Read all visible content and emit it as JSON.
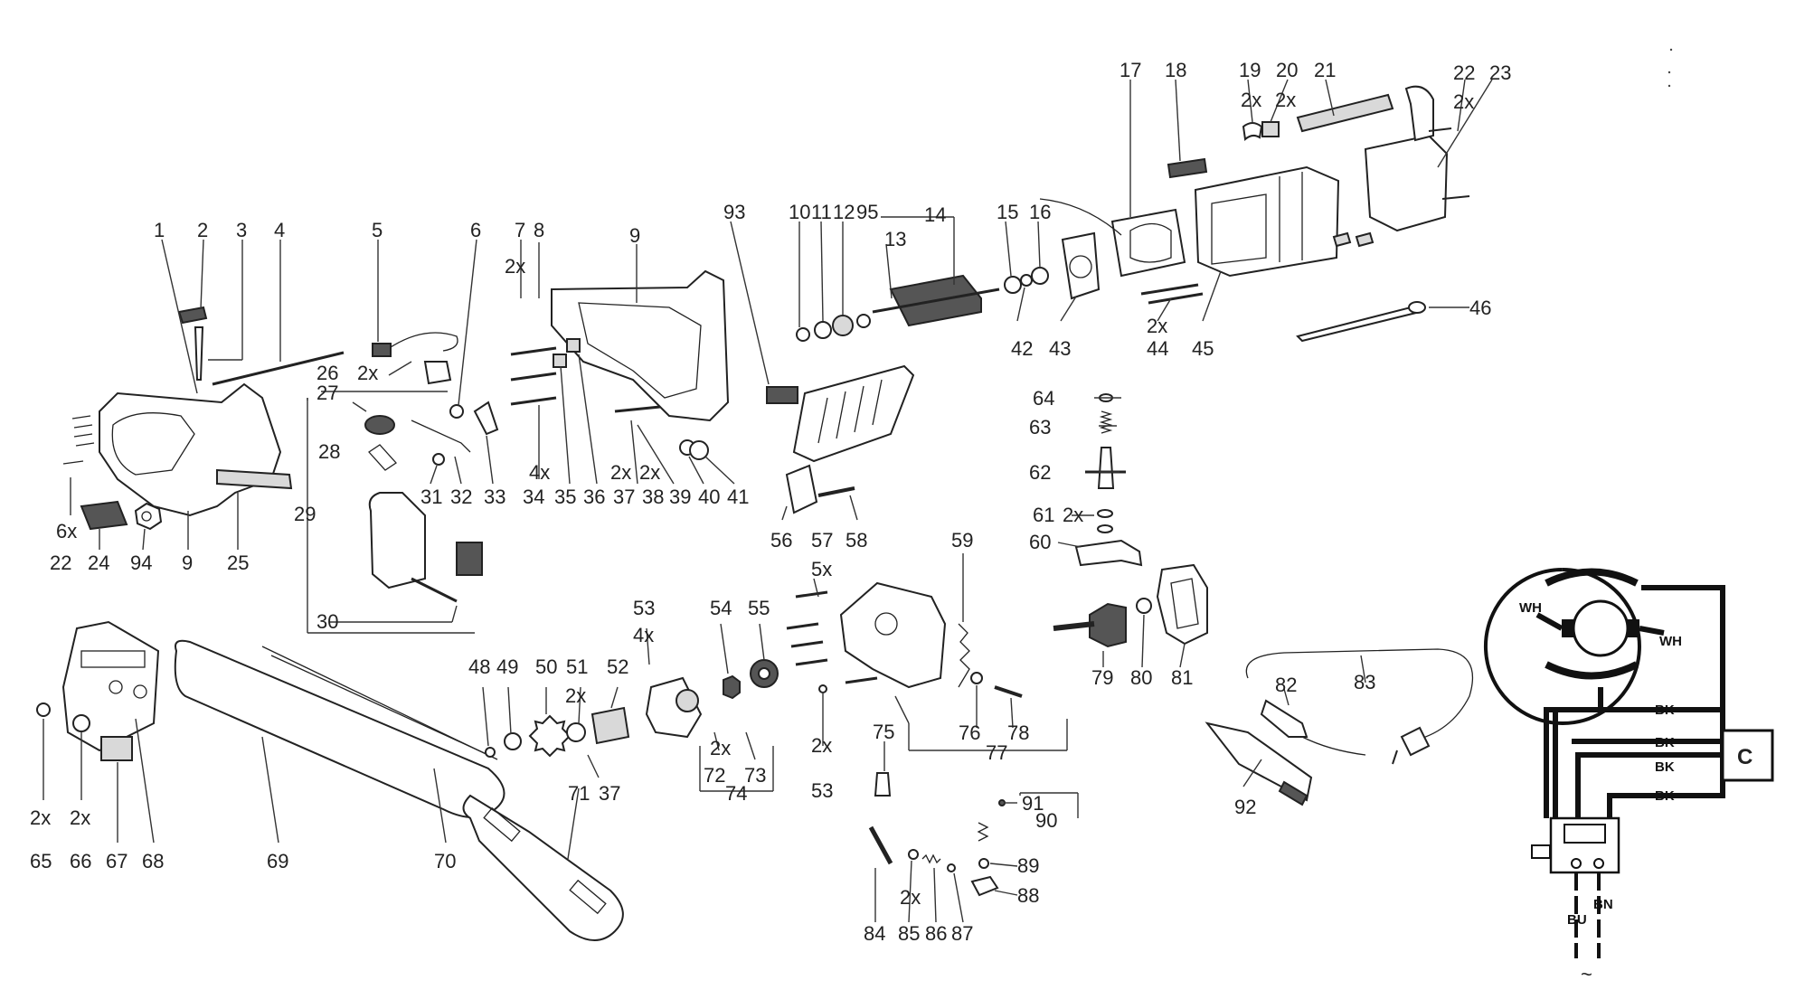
{
  "labels": {
    "l1": "1",
    "l2": "2",
    "l3": "3",
    "l4": "4",
    "l5": "5",
    "l6": "6",
    "l7": "7",
    "l8": "8",
    "l9a": "9",
    "l9b": "9",
    "l10": "10",
    "l11": "11",
    "l12": "12",
    "l13": "13",
    "l14": "14",
    "l15": "15",
    "l16": "16",
    "l17": "17",
    "l18": "18",
    "l19": "19",
    "l20": "20",
    "l21": "21",
    "l22a": "22",
    "l22b": "22",
    "l23": "23",
    "l24": "24",
    "l25": "25",
    "l26": "26",
    "l27": "27",
    "l28": "28",
    "l29": "29",
    "l30": "30",
    "l31": "31",
    "l32": "32",
    "l33": "33",
    "l34": "34",
    "l35": "35",
    "l36": "36",
    "l37a": "37",
    "l37b": "37",
    "l38": "38",
    "l39": "39",
    "l40": "40",
    "l41": "41",
    "l42": "42",
    "l43": "43",
    "l44": "44",
    "l45": "45",
    "l46": "46",
    "l48": "48",
    "l49": "49",
    "l50": "50",
    "l51": "51",
    "l52": "52",
    "l53a": "53",
    "l53b": "53",
    "l54": "54",
    "l55": "55",
    "l56": "56",
    "l57": "57",
    "l58": "58",
    "l59": "59",
    "l60": "60",
    "l61": "61",
    "l62": "62",
    "l63": "63",
    "l64": "64",
    "l65": "65",
    "l66": "66",
    "l67": "67",
    "l68": "68",
    "l69": "69",
    "l70": "70",
    "l71": "71",
    "l72": "72",
    "l73": "73",
    "l74": "74",
    "l75": "75",
    "l76": "76",
    "l77": "77",
    "l78": "78",
    "l79": "79",
    "l80": "80",
    "l81": "81",
    "l82": "82",
    "l83": "83",
    "l84": "84",
    "l85": "85",
    "l86": "86",
    "l87": "87",
    "l88": "88",
    "l89": "89",
    "l90": "90",
    "l91": "91",
    "l92": "92",
    "l93": "93",
    "l94": "94",
    "l95": "95"
  },
  "qty": {
    "q_2x": "2x",
    "q_4x": "4x",
    "q_5x": "5x",
    "q_6x": "6x"
  },
  "wiring": {
    "wh": "WH",
    "bk": "BK",
    "bu": "BU",
    "bn": "BN",
    "capacitor": "C",
    "ac_symbol": "~"
  },
  "colors": {
    "line": "#222222",
    "background": "#ffffff",
    "wire": "#111111"
  }
}
